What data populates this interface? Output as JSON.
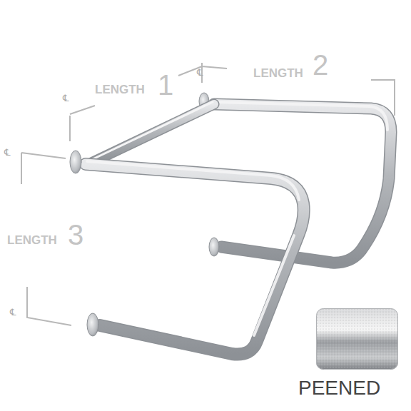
{
  "diagram": {
    "labels": [
      "℄",
      "LENGTH",
      "1",
      "LENGTH",
      "2",
      "℄",
      "℄",
      "LENGTH",
      "3",
      "℄",
      "PEENED"
    ]
  }
}
